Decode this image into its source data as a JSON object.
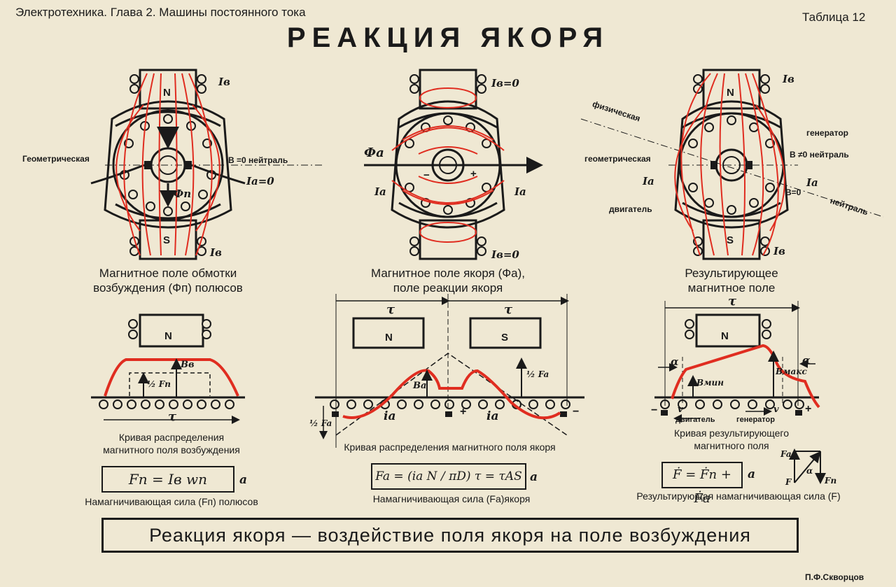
{
  "header": {
    "left": "Электротехника.  Глава 2. Машины  постоянного  тока",
    "right": "Таблица 12"
  },
  "title": "РЕАКЦИЯ  ЯКОРЯ",
  "colors": {
    "field_red": "#e02d20",
    "ink": "#1a1a1a",
    "paper": "#efe8d3"
  },
  "panels": {
    "left": {
      "pole_n": "N",
      "pole_s": "S",
      "iv_top": "Iв",
      "iv_bottom": "Iв",
      "geometric": "Геометрическая",
      "b0_neutral": "B =0  нейтраль",
      "ia0": "Ia=0",
      "phi_n": "Фп",
      "caption_line1": "Магнитное поле обмотки",
      "caption_line2": "возбуждения (Фп) полюсов"
    },
    "middle": {
      "iv_top": "Iв=0",
      "iv_bottom": "Iв=0",
      "phi_a": "Фa",
      "ia_left": "Ia",
      "ia_right": "Ia",
      "minus": "−",
      "plus": "+",
      "caption_line1": "Магнитное поле якоря (Фa),",
      "caption_line2": "поле реакции якоря"
    },
    "right": {
      "pole_n": "N",
      "pole_s": "S",
      "iv_top": "Iв",
      "iv_bottom": "Iв",
      "physical": "физическая",
      "generator": "генератор",
      "geometric": "геометрическая",
      "b_ne0_neutral": "B ≠0  нейтраль",
      "ia_left": "Ia",
      "ia_right": "Ia",
      "b0": "B=0",
      "neutral": "нейтраль",
      "motor": "двигатель",
      "caption_line1": "Результирующее",
      "caption_line2": "магнитное поле"
    }
  },
  "curves": {
    "left": {
      "pole": "N",
      "bv": "Bв",
      "half_fn": "½ Fп",
      "tau": "τ",
      "caption_line1": "Кривая распределения",
      "caption_line2": "магнитного поля возбуждения",
      "formula": "Fп = Iв wп",
      "formula_unit": "a",
      "force_caption": "Намагничивающая сила (Fп) полюсов"
    },
    "middle": {
      "pole_n": "N",
      "pole_s": "S",
      "tau_left": "τ",
      "tau_right": "τ",
      "half_fa_top": "½ Fa",
      "ba": "Ba",
      "half_fa_bottom": "½ Fa",
      "ia_left": "ia",
      "ia_right": "ia",
      "plus": "+",
      "minus": "−",
      "caption": "Кривая распределения магнитного поля якоря",
      "formula": "Fa = (ia N / πD) τ = τAS",
      "formula_unit": "a",
      "force_caption": "Намагничивающая сила (Fa)якоря"
    },
    "right": {
      "pole": "N",
      "tau": "τ",
      "alpha_left": "α",
      "alpha_right": "α",
      "b_min": "Bмин",
      "b_max": "Bмакс",
      "v_left": "v",
      "v_right": "v",
      "motor": "двигатель",
      "generator": "генератор",
      "minus": "−",
      "plus": "+",
      "caption_line1": "Кривая результирующего",
      "caption_line2": "магнитного поля",
      "formula": "Ḟ = Ḟп + Ḟa",
      "formula_unit": "a",
      "vec_fa": "Fa",
      "vec_alpha": "α",
      "vec_f": "F",
      "vec_fn": "Fп",
      "force_caption": "Результирующая  намагничивающая  сила (F)"
    }
  },
  "banner": "Реакция  якоря — воздействие  поля  якоря  на  поле  возбуждения",
  "author": "П.Ф.Скворцов"
}
